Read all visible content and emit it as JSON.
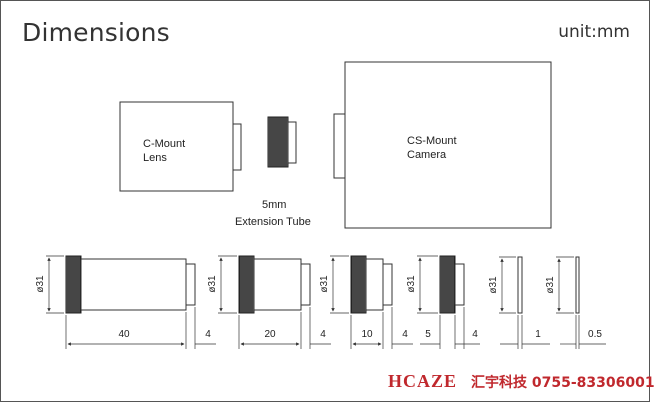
{
  "title": "Dimensions",
  "unit": "unit:mm",
  "lens_label": [
    "C-Mount",
    "Lens"
  ],
  "camera_label": [
    "CS-Mount",
    "Camera"
  ],
  "tube_label": [
    "5mm",
    "Extension  Tube"
  ],
  "diameter_label": "ø31",
  "tubes": [
    {
      "length": "40",
      "thread": "4"
    },
    {
      "length": "20",
      "thread": "4"
    },
    {
      "length": "10",
      "thread": "4"
    },
    {
      "length": "5",
      "thread": "4"
    },
    {
      "length": "1"
    },
    {
      "length": "0.5"
    }
  ],
  "brand": "HCAZE",
  "contact": "汇宇科技 0755-83306001",
  "colors": {
    "line": "#333333",
    "brand": "#c0282d"
  }
}
